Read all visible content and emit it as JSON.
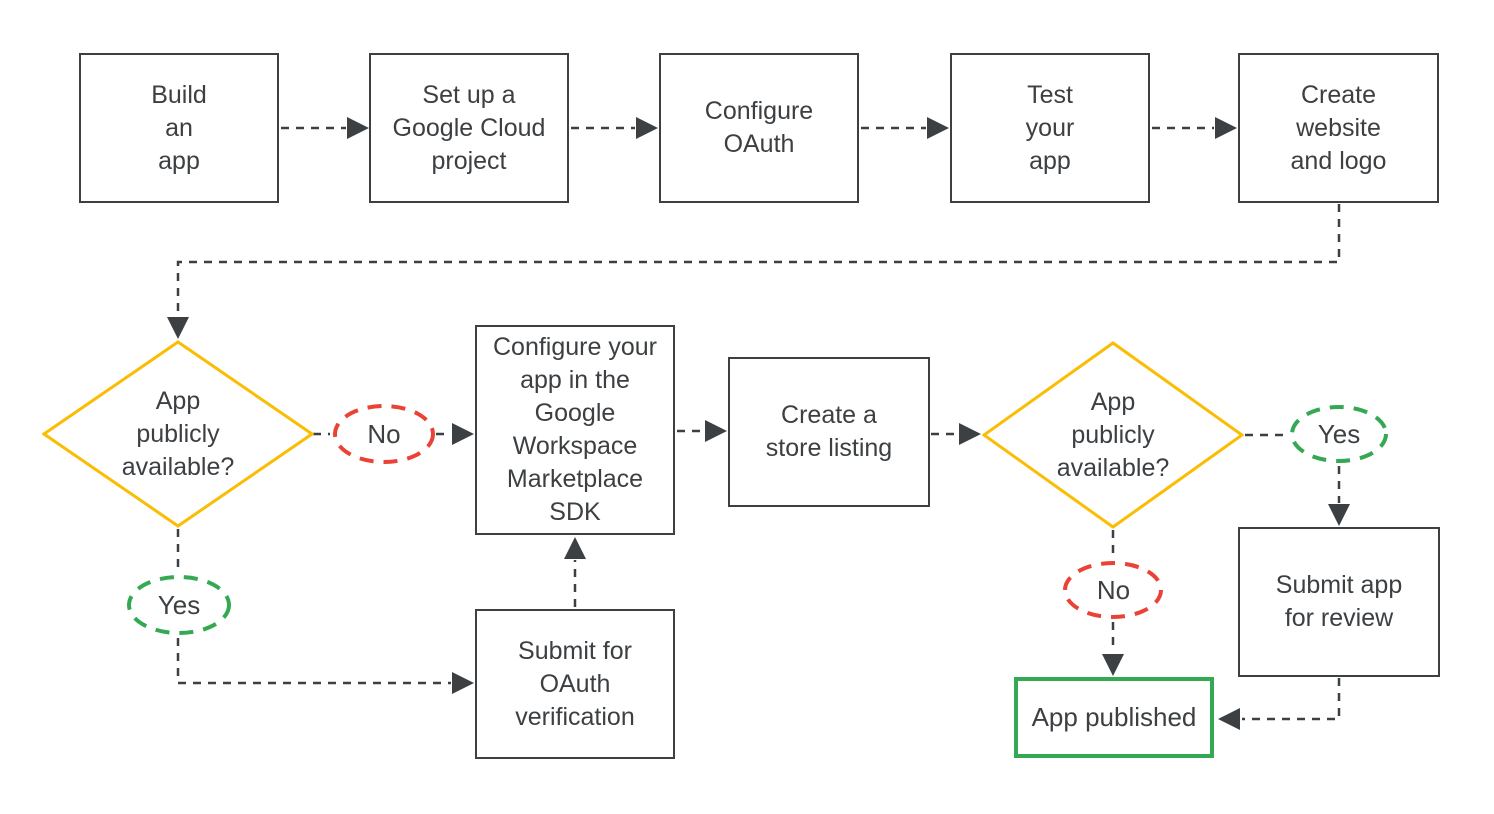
{
  "diagram_type": "flowchart",
  "nodes": {
    "build": {
      "text": "Build\nan\napp"
    },
    "setup_project": {
      "text": "Set up a\nGoogle Cloud\nproject"
    },
    "configure_oauth": {
      "text": "Configure\nOAuth"
    },
    "test_app": {
      "text": "Test\nyour\napp"
    },
    "create_website": {
      "text": "Create\nwebsite\nand logo"
    },
    "decision1": {
      "text": "App\npublicly\navailable?"
    },
    "configure_sdk": {
      "text": "Configure your\napp in the\nGoogle\nWorkspace\nMarketplace\nSDK"
    },
    "store_listing": {
      "text": "Create a\nstore listing"
    },
    "decision2": {
      "text": "App\npublicly\navailable?"
    },
    "oauth_verification": {
      "text": "Submit for\nOAuth\nverification"
    },
    "submit_review": {
      "text": "Submit app\nfor review"
    },
    "app_published": {
      "text": "App published"
    }
  },
  "labels": {
    "decision1_no": "No",
    "decision1_yes": "Yes",
    "decision2_yes": "Yes",
    "decision2_no": "No"
  },
  "colors": {
    "background": "#FFFFFF",
    "line": "#3C4043",
    "box_border": "#3C4043",
    "text": "#3C4043",
    "decision_border": "#FBBC04",
    "yes_border": "#34A853",
    "no_border": "#EA4335",
    "published_border": "#34A853"
  }
}
